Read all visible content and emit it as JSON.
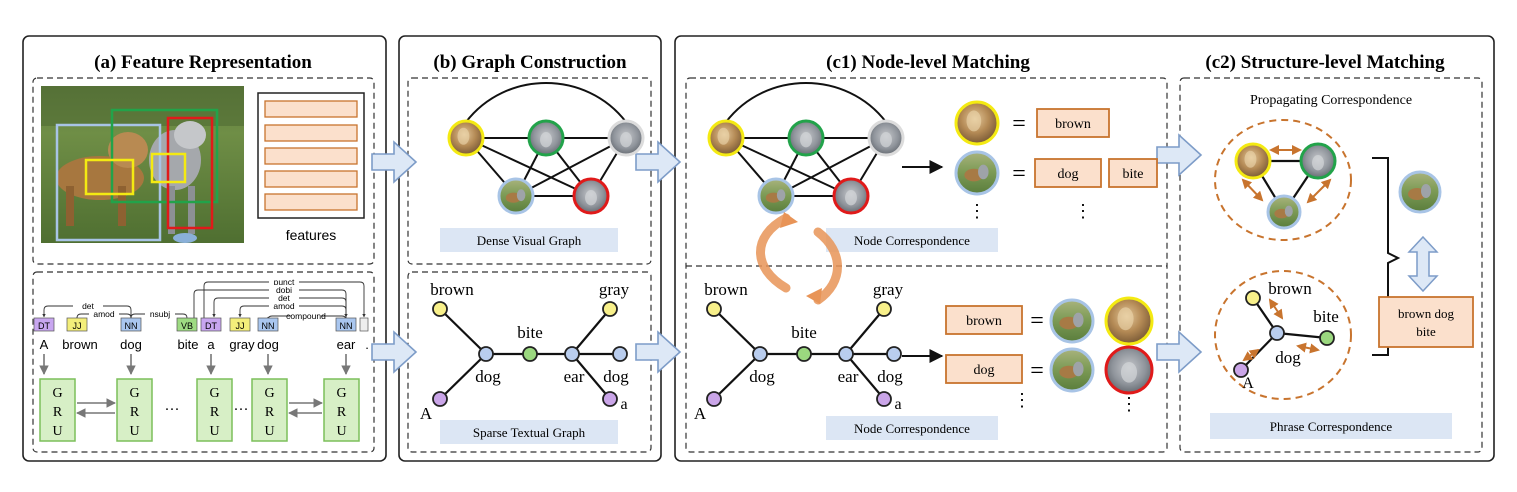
{
  "panels": {
    "a": {
      "title": "(a) Feature Representation",
      "features_label": "features",
      "tokens": [
        "A",
        "brown",
        "dog",
        "bite",
        "a",
        "gray",
        "dog",
        "ear",
        "."
      ],
      "pos_tags": [
        "DT",
        "JJ",
        "NN",
        "VB",
        "DT",
        "JJ",
        "NN",
        "NN"
      ],
      "dep_labels": [
        "det",
        "amod",
        "nsubj",
        "punct",
        "dobj",
        "det",
        "amod",
        "compound"
      ],
      "gru_letters": [
        "G",
        "R",
        "U"
      ],
      "ellipsis": "···"
    },
    "b": {
      "title": "(b) Graph Construction",
      "visual_label": "Dense Visual Graph",
      "textual_label": "Sparse Textual Graph"
    },
    "c1": {
      "title": "(c1) Node-level Matching",
      "node_corr_label": "Node Correspondence",
      "equals": "=",
      "ellipsis": "⋮",
      "top_words": [
        "brown",
        "dog",
        "bite"
      ],
      "bottom_words": [
        "brown",
        "dog"
      ]
    },
    "c2": {
      "title": "(c2) Structure-level Matching",
      "propagating_label": "Propagating Correspondence",
      "phrase_label": "Phrase Correspondence",
      "phrase_box": "brown dog bite"
    },
    "text_graph_words": {
      "brown": "brown",
      "gray": "gray",
      "bite": "bite",
      "dog": "dog",
      "ear": "ear",
      "A": "A",
      "a": "a"
    }
  },
  "colors": {
    "yellow": "#f4ea12",
    "green": "#22a34a",
    "red": "#e01a1a",
    "blue_ring": "#a8c4e6",
    "word_box_fill": "#fbe0cc",
    "word_box_stroke": "#c8742e",
    "label_box": "#dce6f4",
    "arrow_fill": "#dde8f6",
    "arrow_stroke": "#7d9cc8",
    "orange_arrow": "#c8742e",
    "node_blue": "#b9cdee",
    "node_green": "#9bd87f",
    "node_yellow": "#f8f08a",
    "node_purple": "#caa5e8",
    "gru_fill": "#d7efc6",
    "gru_stroke": "#7cbf5a"
  }
}
